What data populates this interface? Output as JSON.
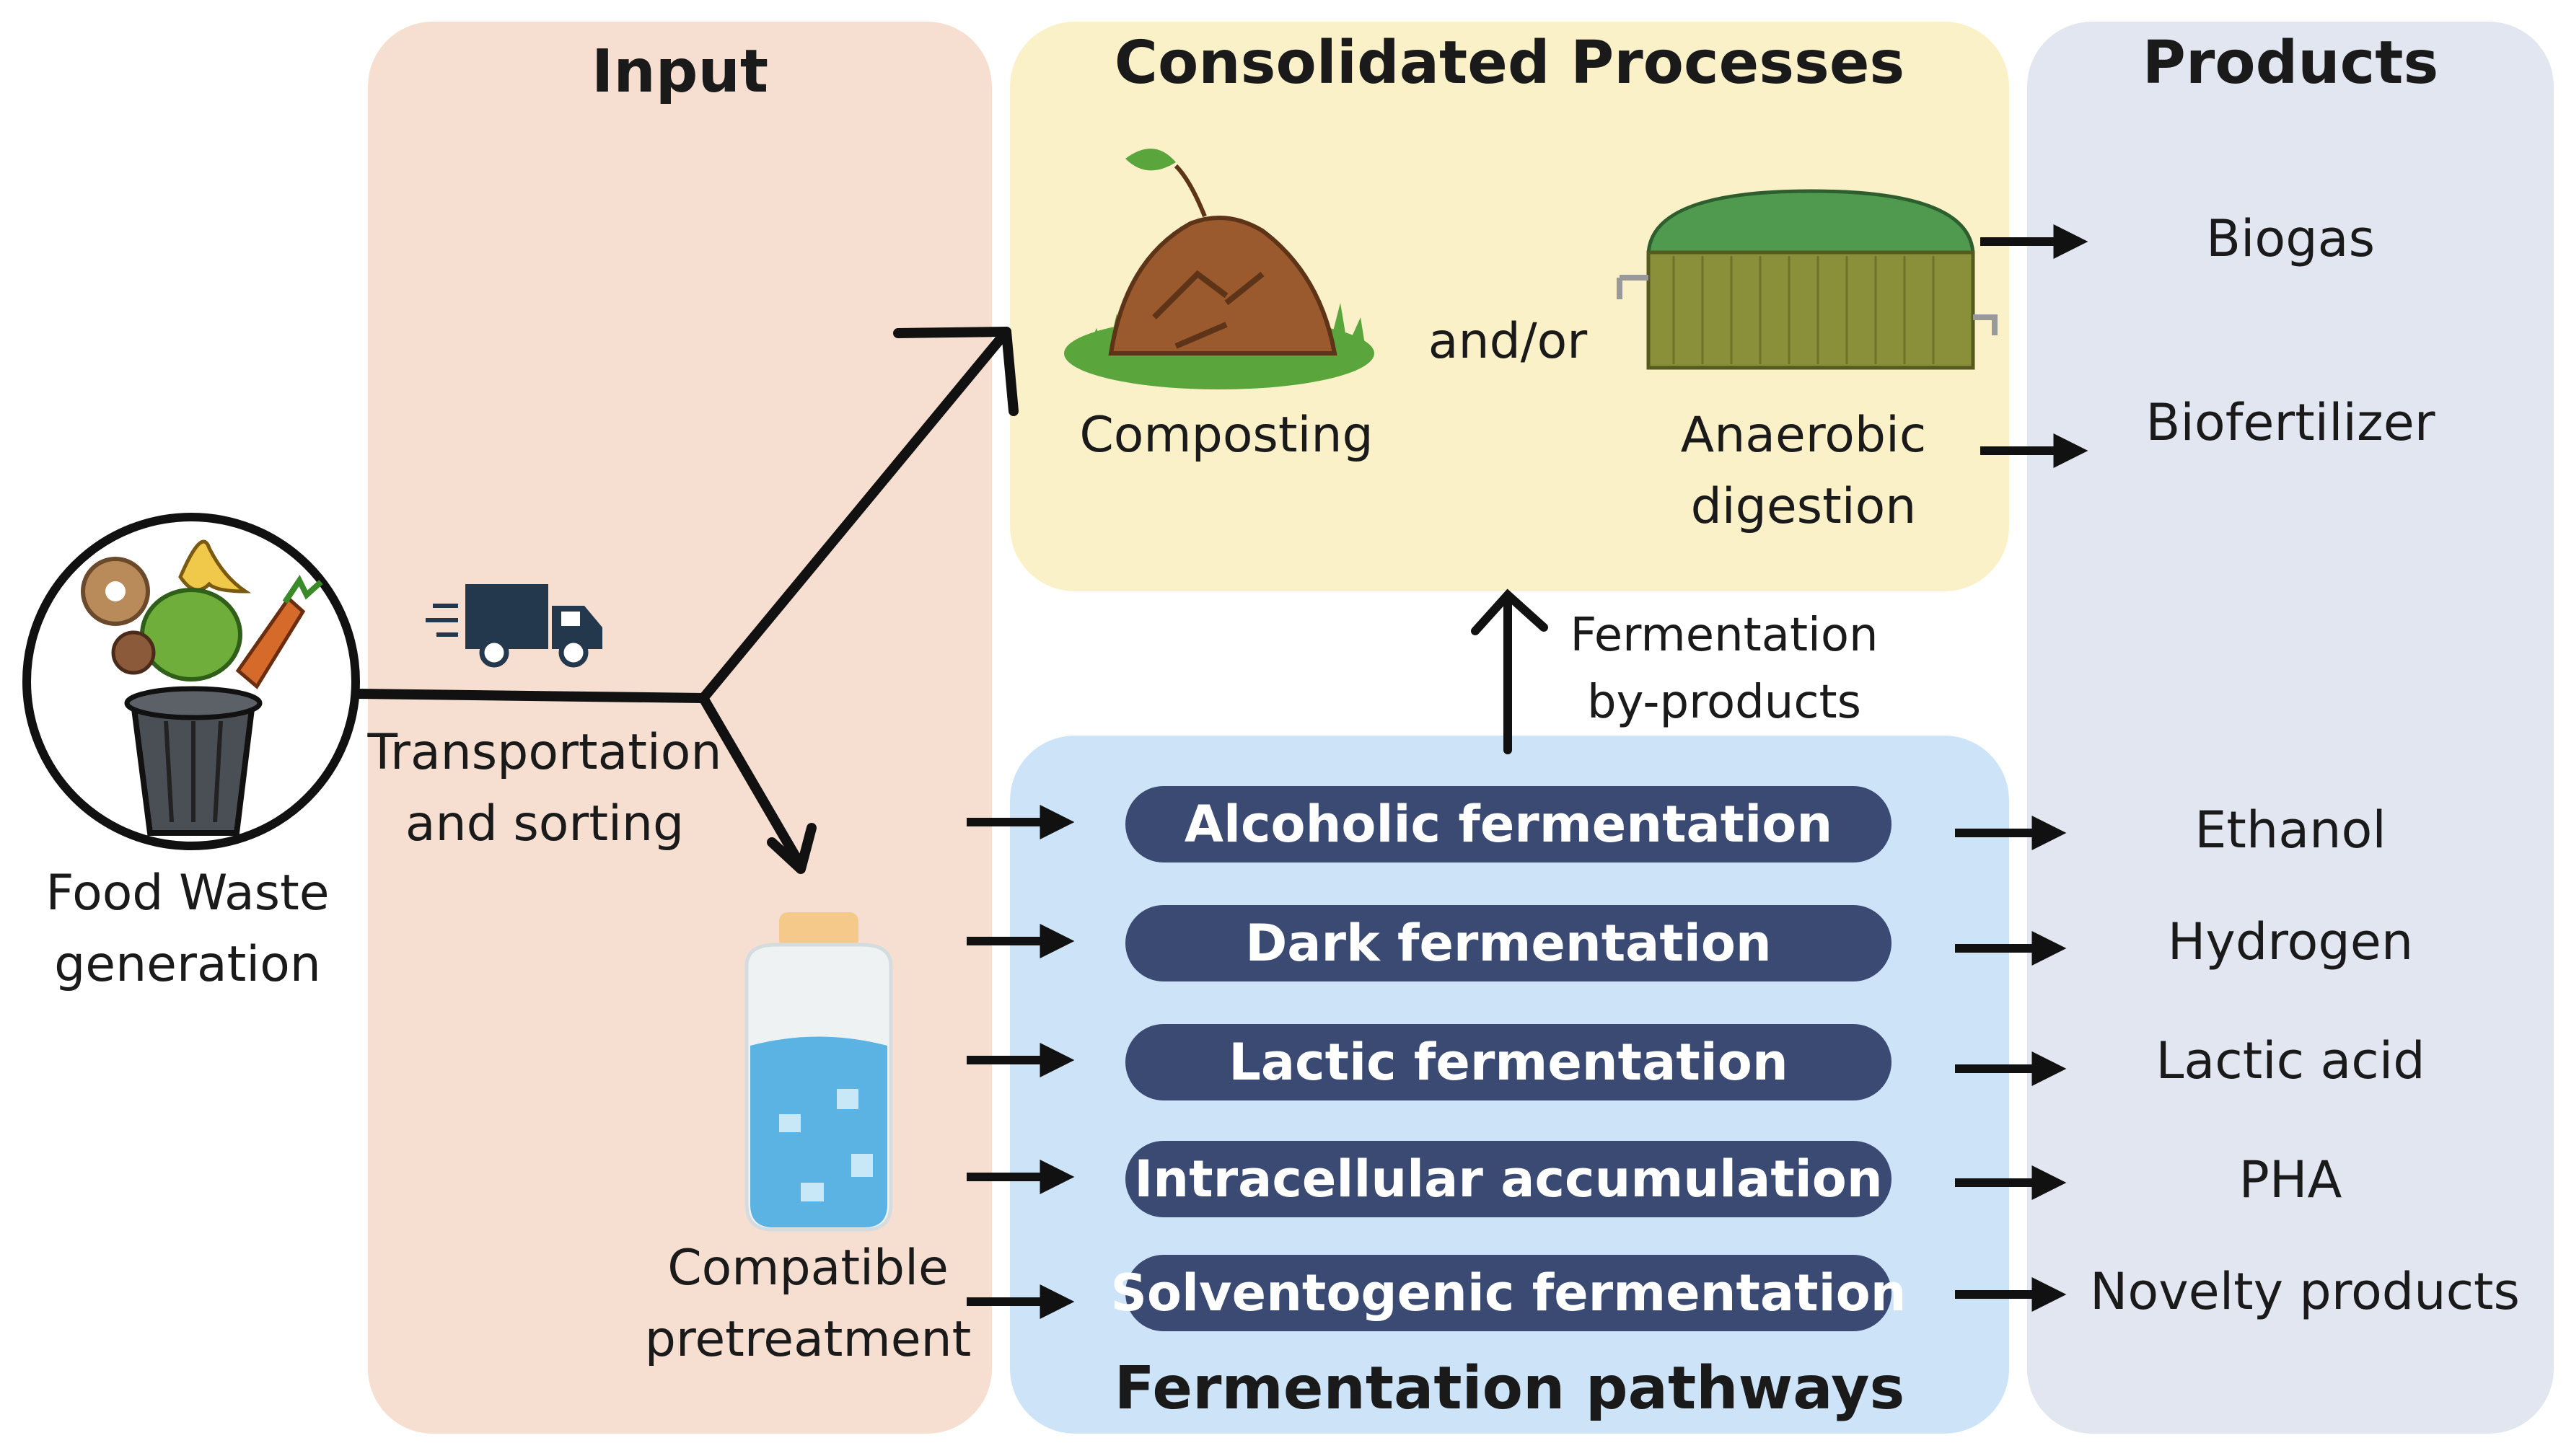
{
  "input": {
    "title": "Input",
    "transport_label_1": "Transportation",
    "transport_label_2": "and sorting"
  },
  "food_waste": {
    "label_1": "Food Waste",
    "label_2": "generation"
  },
  "pretreatment": {
    "label_1": "Compatible",
    "label_2": "pretreatment"
  },
  "consolidated": {
    "title": "Consolidated Processes",
    "composting": "Composting",
    "and_or": "and/or",
    "anaerobic_1": "Anaerobic",
    "anaerobic_2": "digestion"
  },
  "byproducts": {
    "label_1": "Fermentation",
    "label_2": "by-products"
  },
  "fermentation": {
    "title": "Fermentation pathways",
    "pathways": [
      "Alcoholic fermentation",
      "Dark fermentation",
      "Lactic fermentation",
      "Intracellular accumulation",
      "Solventogenic fermentation"
    ]
  },
  "products": {
    "title": "Products",
    "consolidated_items": [
      "Biogas",
      "Biofertilizer"
    ],
    "fermentation_items": [
      "Ethanol",
      "Hydrogen",
      "Lactic acid",
      "PHA",
      "Novelty products"
    ]
  },
  "colors": {
    "input_panel": "#f6dfd0",
    "consolidated_panel": "#fbf1c8",
    "products_panel": "#e2e6f1",
    "fermentation_panel": "#cde4f8",
    "pill": "#3b4a72"
  }
}
